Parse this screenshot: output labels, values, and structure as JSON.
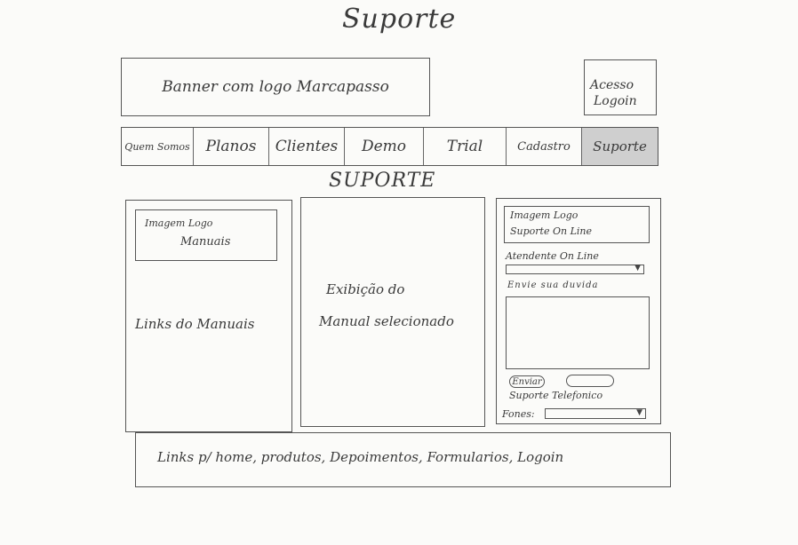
{
  "page_title": "Suporte",
  "header": {
    "banner_text": "Banner com logo Marcapasso",
    "login_line1": "Acesso",
    "login_line2": "Logoin"
  },
  "nav": {
    "items": [
      "Quem Somos",
      "Planos",
      "Clientes",
      "Demo",
      "Trial",
      "Cadastro",
      "Suporte"
    ],
    "active": "Suporte"
  },
  "section_title": "SUPORTE",
  "left_panel": {
    "image_line1": "Imagem Logo",
    "image_line2": "Manuais",
    "links_text": "Links do Manuais"
  },
  "center_panel": {
    "line1": "Exibição do",
    "line2": "Manual selecionado"
  },
  "right_panel": {
    "image_line1": "Imagem Logo",
    "image_line2": "Suporte On Line",
    "attendant_label": "Atendente On Line",
    "ask_label": "Envie sua duvida",
    "send_button": "Enviar",
    "phone_label": "Suporte Telefonico",
    "phones_label": "Fones:"
  },
  "footer": {
    "links_text": "Links p/ home, produtos, Depoimentos, Formularios, Logoin"
  }
}
